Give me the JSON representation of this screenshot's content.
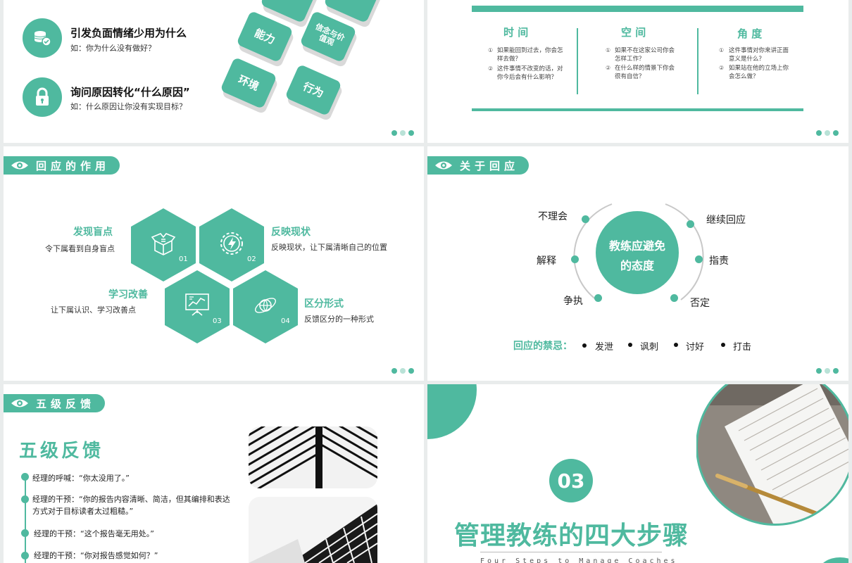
{
  "colors": {
    "accent": "#4fb99f",
    "accent_light": "#b9e2d7",
    "background": "#ffffff"
  },
  "slide1": {
    "item1": {
      "title": "引发负面情绪少用为什么",
      "desc": "如：你为什么没有做好？",
      "icon": "coins-icon"
    },
    "item2": {
      "title": "询问原因转化“什么原因”",
      "desc": "如：什么原因让你没有实现目标？",
      "icon": "lock-icon"
    },
    "tiles": [
      "能力",
      "信念与价值观",
      "环境",
      "行为"
    ]
  },
  "slide2": {
    "columns": [
      {
        "title": "时 间",
        "items": [
          "如果能回到过去，你会怎样去做？",
          "这件事情不改变的话，对你今后会有什么影响？"
        ]
      },
      {
        "title": "空 间",
        "items": [
          "如果不在这家公司你会怎样工作？",
          "在什么样的情景下你会很有自信？"
        ]
      },
      {
        "title": "角 度",
        "items": [
          "这件事情对你来讲正面意义是什么？",
          "如果站在他的立场上你会怎么做？"
        ]
      }
    ],
    "markers": [
      "①",
      "②"
    ]
  },
  "slide3": {
    "tag": "回应的作用",
    "items": [
      {
        "title": "发现盲点",
        "desc": "令下属看到自身盲点",
        "num": "01",
        "icon": "open-box-icon"
      },
      {
        "title": "反映现状",
        "desc": "反映现状，让下属清晰自己的位置",
        "num": "02",
        "icon": "gear-bolt-icon"
      },
      {
        "title": "学习改善",
        "desc": "让下属认识、学习改善点",
        "num": "03",
        "icon": "chart-board-icon"
      },
      {
        "title": "区分形式",
        "desc": "反馈区分的一种形式",
        "num": "04",
        "icon": "globe-orbit-icon"
      }
    ]
  },
  "slide4": {
    "tag": "关于回应",
    "center": [
      "教练应避免",
      "的态度"
    ],
    "nodes": [
      "不理会",
      "继续回应",
      "解释",
      "指责",
      "争执",
      "否定"
    ],
    "taboo_label": "回应的禁忌：",
    "taboos": [
      "发泄",
      "讽刺",
      "讨好",
      "打击"
    ]
  },
  "slide5": {
    "tag": "五级反馈",
    "heading": "五级反馈",
    "items": [
      {
        "label": "经理的呼喊：",
        "quote": "“你太没用了。”"
      },
      {
        "label": "经理的干预：",
        "quote": "“你的报告内容清晰、简洁，但其编排和表达方式对于目标读者太过粗糙。”"
      },
      {
        "label": "经理的干预：",
        "quote": "“这个报告毫无用处。”"
      },
      {
        "label": "经理的干预：",
        "quote": "“你对报告感觉如何？”"
      }
    ]
  },
  "slide6": {
    "number": "03",
    "title": "管理教练的四大步骤",
    "subtitle": "Four Steps to Manage Coaches"
  }
}
